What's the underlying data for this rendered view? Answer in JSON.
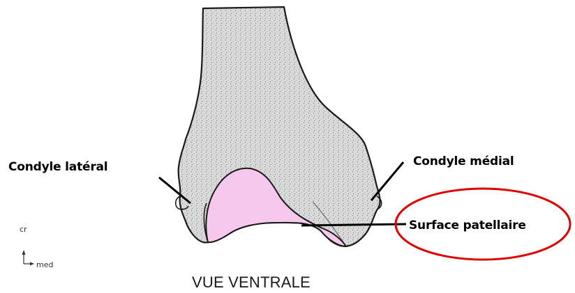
{
  "labels": {
    "condyle_lateral": "Condyle latéral",
    "condyle_medial": "Condyle médial",
    "surface_patellaire": "Surface patellaire"
  },
  "orientation": {
    "cranial": "cr",
    "medial": "med"
  },
  "view_title": "VUE VENTRALE",
  "colors": {
    "bone_fill": "#d9d9d9",
    "bone_stipple": "#9a9a9a",
    "patellar_surface": "#f7c8ee",
    "outline": "#1a1a1a",
    "highlight_ellipse": "#e00000"
  }
}
